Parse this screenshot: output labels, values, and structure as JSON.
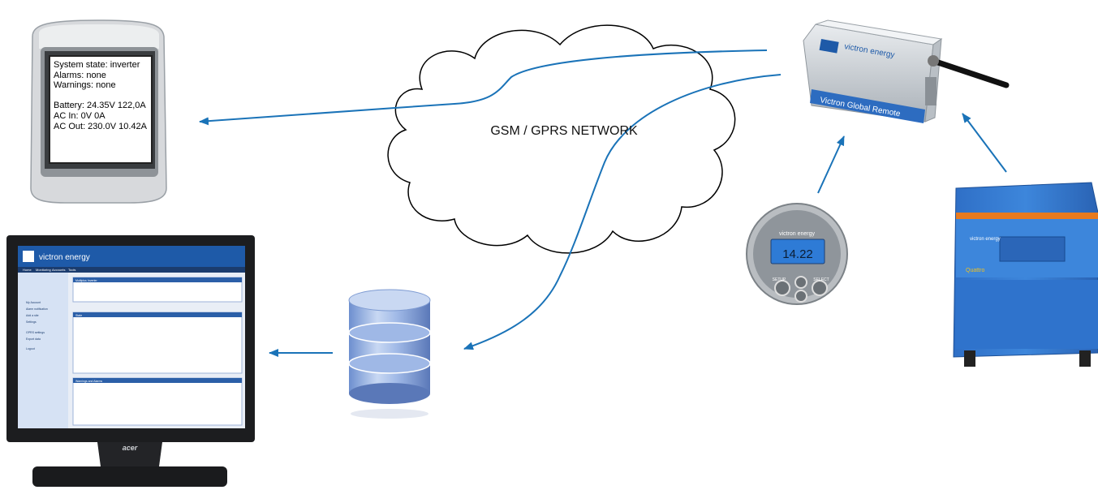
{
  "network_label": "GSM / GPRS NETWORK",
  "phone": {
    "lines": [
      "System state: inverter",
      "Alarms: none",
      "Warnings: none",
      "",
      "Battery: 24.35V 122,0A",
      "AC In: 0V 0A",
      "AC Out: 230.0V 10.42A"
    ]
  },
  "remote": {
    "brand": "victron energy",
    "model": "Victron Global Remote"
  },
  "battery_monitor": {
    "brand": "victron energy",
    "reading": "14.22",
    "setup_label": "SETUP",
    "select_label": "SELECT"
  },
  "inverter": {
    "brand": "victron energy",
    "model": "Quattro"
  },
  "monitor": {
    "brand": "victron energy",
    "nav": [
      "Home",
      "Monitoring",
      "Accounts",
      "Tools"
    ],
    "menu": [
      "My Account",
      "Alarm notification",
      "Add a site",
      "Settings",
      "GPRS settings",
      "Export data",
      "Logout"
    ],
    "panel1_title": "Multiplus Inverter",
    "panel2_title": "State",
    "panel3_title": "Warnings and Alarms",
    "bezel_brand": "acer"
  },
  "colors": {
    "arrow": "#1a73b8",
    "victron_blue": "#1e5aa8",
    "cloud_stroke": "#000000"
  }
}
